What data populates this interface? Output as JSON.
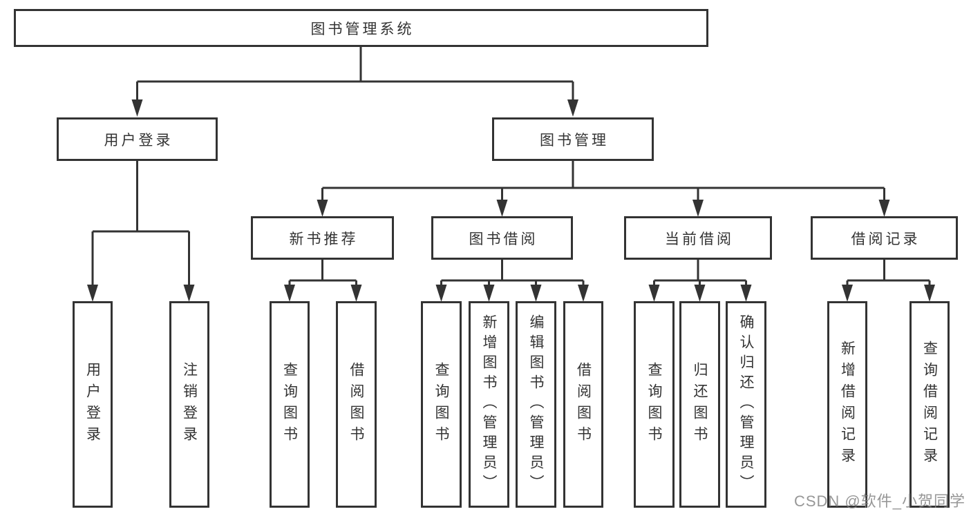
{
  "diagram": {
    "root": {
      "label": "图书管理系统"
    },
    "level1": [
      {
        "label": "用户登录",
        "children": [
          {
            "label": "用户登录"
          },
          {
            "label": "注销登录"
          }
        ]
      },
      {
        "label": "图书管理",
        "children": [
          {
            "label": "新书推荐",
            "children": [
              {
                "label": "查询图书"
              },
              {
                "label": "借阅图书"
              }
            ]
          },
          {
            "label": "图书借阅",
            "children": [
              {
                "label": "查询图书"
              },
              {
                "label": "新增图书（管理员）"
              },
              {
                "label": "编辑图书（管理员）"
              },
              {
                "label": "借阅图书"
              }
            ]
          },
          {
            "label": "当前借阅",
            "children": [
              {
                "label": "查询图书"
              },
              {
                "label": "归还图书"
              },
              {
                "label": "确认归还（管理员）"
              }
            ]
          },
          {
            "label": "借阅记录",
            "children": [
              {
                "label": "新增借阅记录"
              },
              {
                "label": "查询借阅记录"
              }
            ]
          }
        ]
      }
    ]
  },
  "watermark": {
    "text": "CSDN @软件_小贺同学"
  },
  "colors": {
    "line": "#333333",
    "box_border": "#333333",
    "text": "#333333",
    "watermark": "#808080",
    "background": "#ffffff"
  }
}
